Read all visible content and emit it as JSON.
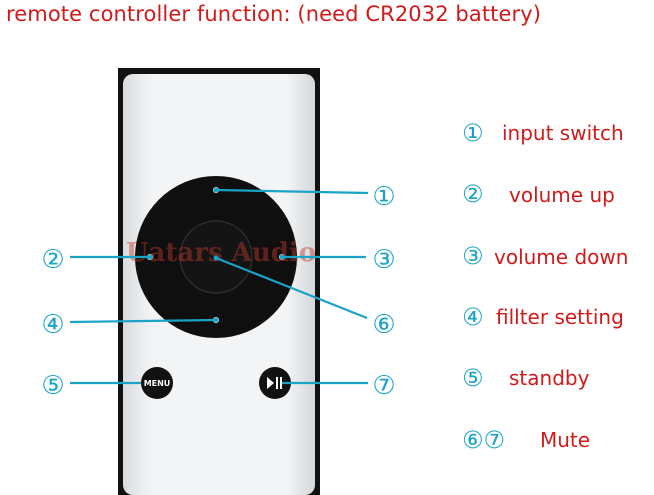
{
  "title": "remote controller function: (need CR2032 battery)",
  "remote": {
    "watermark": "Uatars Audio",
    "menu_label": "MENU",
    "play_pause_icon": "play-pause-icon"
  },
  "markers": [
    "①",
    "②",
    "③",
    "④",
    "⑤",
    "⑥",
    "⑦"
  ],
  "legend": [
    {
      "num": "①",
      "text": "input switch"
    },
    {
      "num": "②",
      "text": "volume up"
    },
    {
      "num": "③",
      "text": "volume down"
    },
    {
      "num": "④",
      "text": "fillter setting"
    },
    {
      "num": "⑤",
      "text": "standby"
    },
    {
      "num": "⑥⑦",
      "text": "Mute"
    }
  ],
  "colors": {
    "text_red": "#d11a1a",
    "callout_blue": "#1aa3c9",
    "remote_body": "#eef0f2",
    "remote_frame": "#111111",
    "wheel": "#0f0f0f"
  }
}
